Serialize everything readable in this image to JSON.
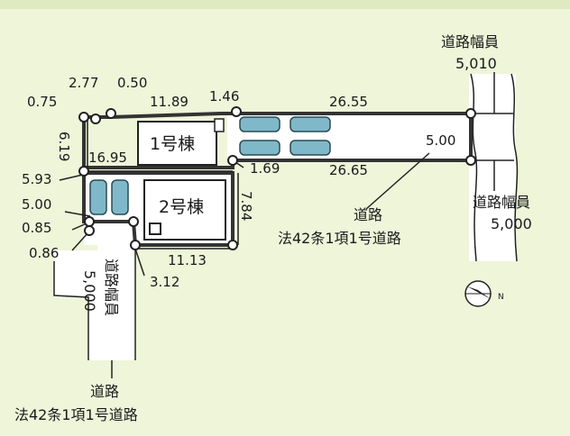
{
  "buildings": {
    "b1": "1号棟",
    "b2": "2号棟"
  },
  "dimensions": {
    "d_277": "2.77",
    "d_050": "0.50",
    "d_075": "0.75",
    "d_1189": "11.89",
    "d_146": "1.46",
    "d_2655": "26.55",
    "d_619": "6.19",
    "d_500_drive": "5.00",
    "d_1695": "16.95",
    "d_169": "1.69",
    "d_2665": "26.65",
    "d_593": "5.93",
    "d_500_left": "5.00",
    "d_784": "7.84",
    "d_085": "0.85",
    "d_086": "0.86",
    "d_1113": "11.13",
    "d_312": "3.12"
  },
  "roads": {
    "top_right_title": "道路幅員",
    "top_right_value": "5,010",
    "right_name": "道路",
    "right_law": "法42条1項1号道路",
    "right_width_title": "道路幅員",
    "right_width_value": "5,000",
    "bottom_width_title": "道路幅員",
    "bottom_width_value": "5,000",
    "bottom_name": "道路",
    "bottom_law": "法42条1項1号道路"
  },
  "compass": {
    "north": "N"
  }
}
